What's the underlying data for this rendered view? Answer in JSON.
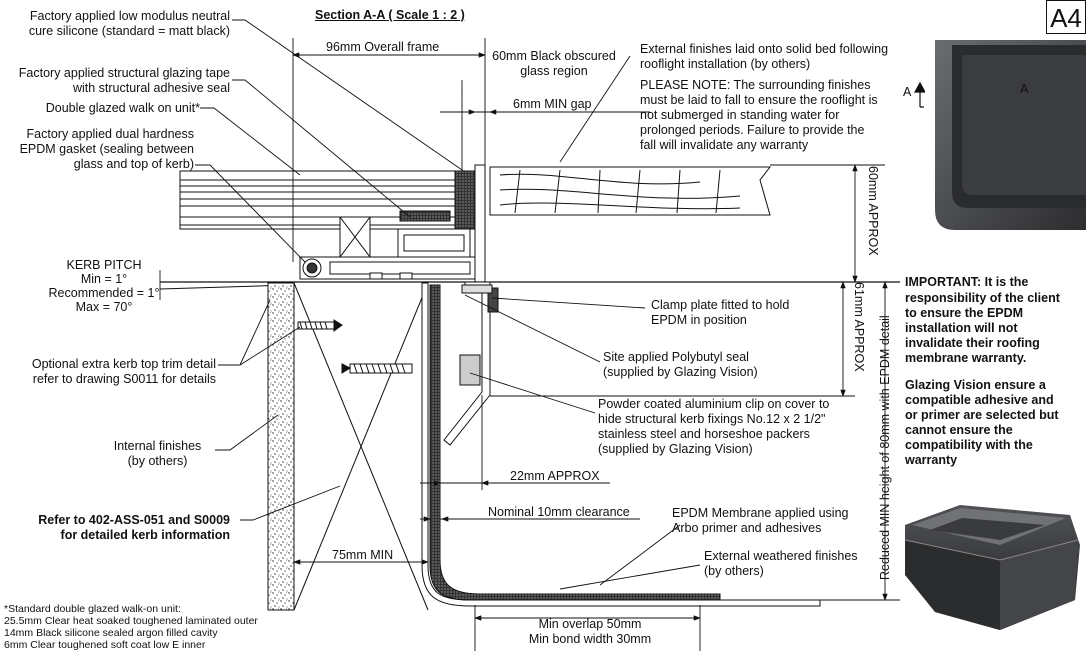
{
  "title": "Section A-A ( Scale 1 : 2 )",
  "sheet": "A4",
  "labels": {
    "silicone_1": "Factory applied low modulus neutral",
    "silicone_2": "cure silicone (standard = matt black)",
    "tape_1": "Factory applied structural glazing tape",
    "tape_2": "with structural adhesive seal",
    "dgu": "Double glazed walk on unit*",
    "gasket_1": "Factory applied dual hardness",
    "gasket_2": "EPDM gasket (sealing between",
    "gasket_3": "glass and top of kerb)",
    "pitch_1": "KERB PITCH",
    "pitch_2": "Min = 1°",
    "pitch_3": "Recommended = 1°",
    "pitch_4": "Max = 70°",
    "trim_1": "Optional extra kerb top trim detail",
    "trim_2": "refer to drawing S0011 for details",
    "internal_1": "Internal finishes",
    "internal_2": "(by others)",
    "refer_1": "Refer to 402-ASS-051 and S0009",
    "refer_2": "for detailed kerb information",
    "note_1": "*Standard double glazed walk-on unit:",
    "note_2": "25.5mm Clear heat soaked toughened laminated outer",
    "note_3": "14mm Black silicone sealed argon filled cavity",
    "note_4": "6mm Clear toughened soft coat low E inner",
    "obscured_1": "60mm Black obscured",
    "obscured_2": "glass region",
    "ext_1": "External finishes laid onto solid bed following",
    "ext_2": "rooflight installation (by others)",
    "please_1": "PLEASE NOTE: The surrounding finishes",
    "please_2": "must be laid to fall to ensure the rooflight is",
    "please_3": "not submerged in standing water for",
    "please_4": "prolonged periods.  Failure to provide the",
    "please_5": "fall will invalidate any warranty",
    "clamp_1": "Clamp plate fitted to hold",
    "clamp_2": "EPDM in position",
    "polybutyl_1": "Site applied Polybutyl seal",
    "polybutyl_2": "(supplied by Glazing Vision)",
    "clip_1": "Powder coated aluminium clip on cover to",
    "clip_2": "hide structural kerb fixings No.12 x 2 1/2\"",
    "clip_3": " stainless steel and horseshoe packers",
    "clip_4": "(supplied by Glazing Vision)",
    "membrane_1": "EPDM Membrane applied using",
    "membrane_2": "Arbo primer and adhesives",
    "weathered_1": "External weathered finishes",
    "weathered_2": "(by others)",
    "important_1": "IMPORTANT:",
    "important_1b": " It is the",
    "important_2": "responsibility of the client",
    "important_3": "to ensure the EPDM",
    "important_4": "installation will not",
    "important_5": "invalidate their roofing",
    "important_6": "membrane warranty.",
    "gv_1": "Glazing Vision ensure a",
    "gv_2": "compatible adhesive and",
    "gv_3": "or primer are selected but",
    "gv_4": "cannot ensure the",
    "gv_5": "compatibility with the",
    "gv_6": "warranty",
    "arrow_a_left": "A",
    "arrow_a_right": "A"
  },
  "dimensions": {
    "overall": "96mm Overall frame",
    "gap": "6mm MIN gap",
    "approx22": "22mm APPROX",
    "clearance": "Nominal 10mm clearance",
    "min75": "75mm MIN",
    "overlap": "Min overlap 50mm",
    "bond": "Min bond width 30mm",
    "approx60": "60mm APPROX",
    "approx61": "61mm APPROX",
    "reduced": "Reduced MIN height of 80mm with EPDM detail"
  },
  "colors": {
    "ink": "#111111",
    "render_dark": "#3a3b3d",
    "render_mid": "#55575a",
    "render_light": "#8a8c90"
  }
}
